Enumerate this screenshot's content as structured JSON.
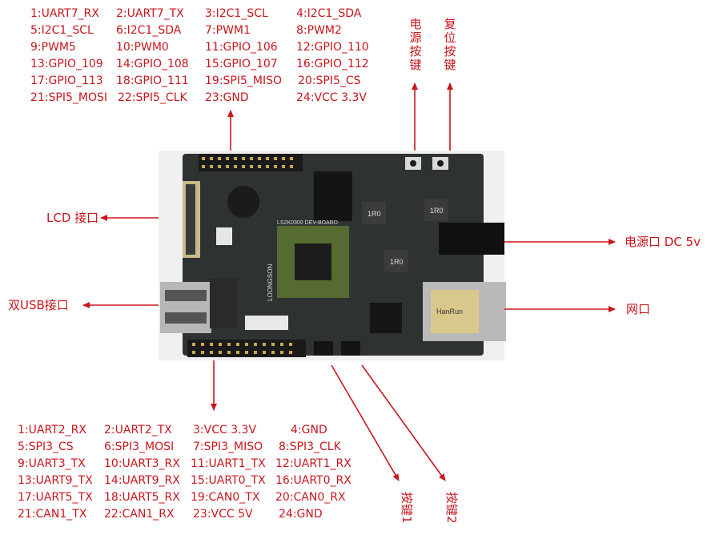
{
  "top_pins": [
    [
      "1:UART7_RX",
      "2:UART7_TX",
      "3:I2C1_SCL",
      "4:I2C1_SDA"
    ],
    [
      "5:I2C1_SCL",
      "6:I2C1_SDA",
      "7:PWM1",
      "8:PWM2"
    ],
    [
      "9:PWM5",
      "10:PWM0",
      "11:GPIO_106",
      "12:GPIO_110"
    ],
    [
      "13:GPIO_109",
      "14:GPIO_108",
      "15:GPIO_107",
      "16:GPIO_112"
    ],
    [
      "17:GPIO_113",
      "18:GPIO_111",
      "19:SPI5_MISO",
      "20:SPI5_CS"
    ],
    [
      "21:SPI5_MOSI",
      "22:SPI5_CLK",
      "23:GND",
      "24:VCC 3.3V"
    ]
  ],
  "bottom_pins": [
    [
      "1:UART2_RX",
      "2:UART2_TX",
      "3:VCC 3.3V",
      "4:GND"
    ],
    [
      "5:SPI3_CS",
      "6:SPI3_MOSI",
      "7:SPI3_MISO",
      "8:SPI3_CLK"
    ],
    [
      "9:UART3_TX",
      "10:UART3_RX",
      "11:UART1_TX",
      "12:UART1_RX"
    ],
    [
      "13:UART9_TX",
      "14:UART9_RX",
      "15:UART0_TX",
      "16:UART0_RX"
    ],
    [
      "17:UART5_TX",
      "18:UART5_RX",
      "19:CAN0_TX",
      "20:CAN0_RX"
    ],
    [
      "21:CAN1_TX",
      "22:CAN1_RX",
      "23:VCC 5V",
      "24:GND"
    ]
  ],
  "labels": {
    "power_button": "电源按键",
    "reset_button": "复位按键",
    "lcd": "LCD 接口",
    "usb": "双USB接口",
    "power_port": "电源口 DC 5v",
    "ethernet": "网口",
    "key1": "按键1",
    "key2": "按键2"
  },
  "board": {
    "silkscreen": "LS2K0300 DEV-BOARD",
    "brand": "LOONGSON",
    "inductor": "1R0",
    "rj45_text": "HanRun"
  },
  "colors": {
    "label": "#c8161d",
    "pcb": "#2e3231"
  }
}
